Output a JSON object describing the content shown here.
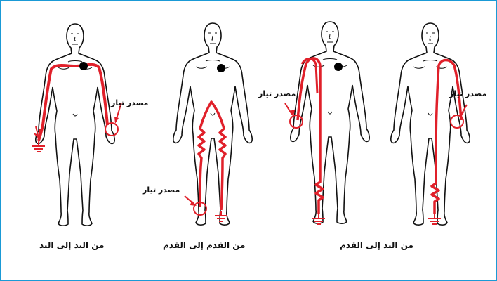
{
  "colors": {
    "frame": "#1a9ad6",
    "current": "#e0202a",
    "outline": "#111111",
    "heart": "#000000"
  },
  "labels": {
    "source1": "مصدر تيار",
    "source2": "مصدر تيار",
    "source3": "مصدر تيار",
    "source4": "مصدر تيار"
  },
  "captions": {
    "hand_to_hand": "من اليد إلى اليد",
    "foot_to_foot": "من القدم إلى القدم",
    "hand_to_foot": "من اليد إلى القدم"
  }
}
